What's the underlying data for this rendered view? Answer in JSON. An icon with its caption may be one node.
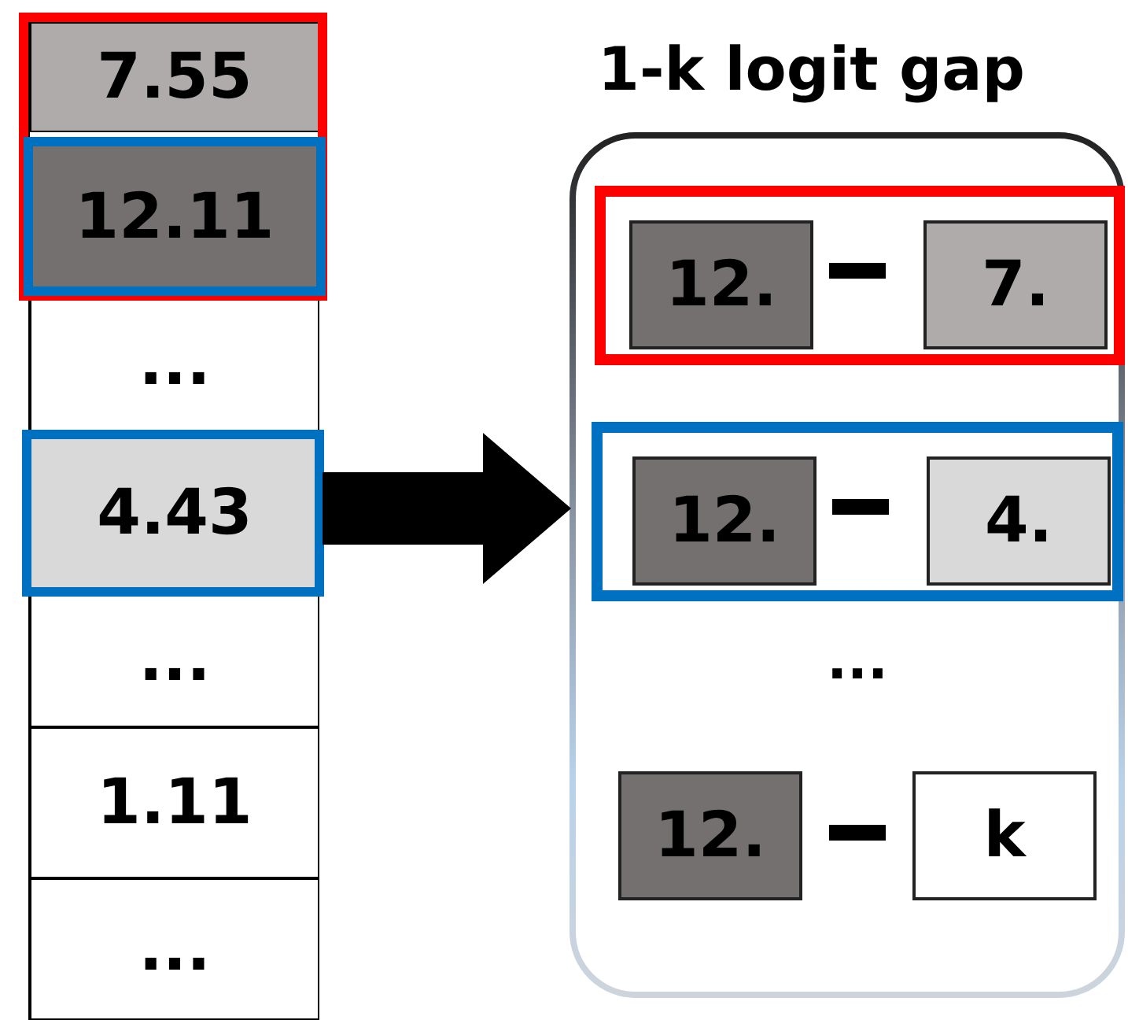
{
  "diagram": {
    "nodes": [
      {
        "text": [],
        "shape": "box"
      },
      {
        "text": [
          "7.55"
        ],
        "in": 0
      },
      {
        "text": [
          "12.11"
        ],
        "in": 0
      },
      {
        "text": [
          "..."
        ],
        "in": 0
      },
      {
        "text": [
          "4.43"
        ],
        "in": 0
      },
      {
        "text": [
          "..."
        ],
        "in": 0
      },
      {
        "text": [
          "1.11"
        ],
        "in": 0
      },
      {
        "text": [
          "..."
        ],
        "in": 0
      },
      {
        "text": [
          "1-k logit gap"
        ]
      },
      {
        "text": [],
        "shape": "box",
        "in": 8
      },
      {
        "text": [
          "12."
        ],
        "in": 9
      },
      {
        "text": [
          "7."
        ],
        "in": 9
      },
      {
        "text": [],
        "shape": "box",
        "in": 8
      },
      {
        "text": [
          "12."
        ],
        "in": 12
      },
      {
        "text": [
          "4."
        ],
        "in": 12
      },
      {
        "text": [
          "12."
        ],
        "in": 8
      },
      {
        "text": [
          "k"
        ],
        "in": 8
      }
    ],
    "edges": [
      {
        "from": 0,
        "to": 8,
        "arrow": "to",
        "style": "thick"
      }
    ],
    "labels": [
      "..."
    ]
  }
}
